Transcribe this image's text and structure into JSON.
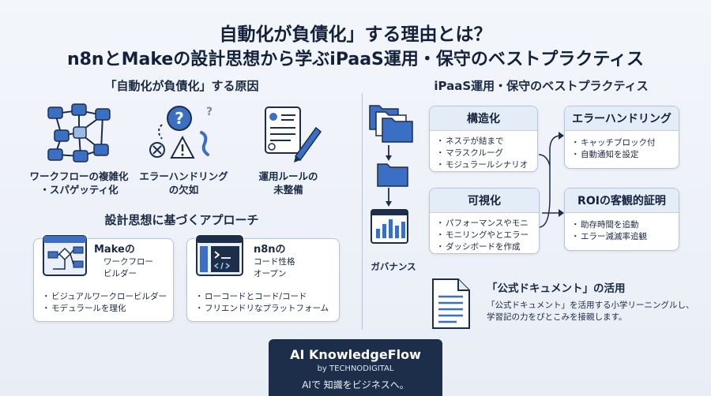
{
  "title": {
    "line1": "自動化が負債化」する理由とは？",
    "line2": "n8nとMakeの設計思想から学ぶiPaaS運用・保守のベストプラクティス"
  },
  "left": {
    "causes_heading": "「自動化が負債化」する原因",
    "causes": [
      {
        "icon": "workflow-network-icon",
        "label_line1": "ワークフローの複雑化",
        "label_line2": "・スパゲッティ化"
      },
      {
        "icon": "error-question-icon",
        "label_line1": "エラーハンドリング",
        "label_line2": "の欠如"
      },
      {
        "icon": "document-pen-icon",
        "label_line1": "運用ルールの",
        "label_line2": "未整備"
      }
    ],
    "approach_heading": "設計思想に基づくアプローチ",
    "make": {
      "title": "Makeの",
      "subtitle_line1": "ワークフロー",
      "subtitle_line2": "ビルダー",
      "bullets": [
        "ビジュアルワークロービルダー",
        "モデュラールを理化"
      ]
    },
    "n8n": {
      "title": "n8nの",
      "subtitle_line1": "コード性格",
      "subtitle_line2": "オープン",
      "bullets": [
        "ローコードとコード/コード",
        "フリエンドリなプラットフォーム"
      ]
    }
  },
  "right": {
    "heading": "iPaaS運用・保守のベストプラクティス",
    "governance_label": "ガバナンス",
    "cards": {
      "structure": {
        "title": "構造化",
        "bullets": [
          "ネステが結まで",
          "マラスクルーグ",
          "モジュラールシナリオ"
        ]
      },
      "visualize": {
        "title": "可視化",
        "bullets": [
          "パフォーマンスやモニ",
          "モニリングやとエラー",
          "ダッシボードを作成"
        ]
      },
      "error": {
        "title": "エラーハンドリング",
        "bullets": [
          "キャッチブロック付",
          "自動通知を設定"
        ]
      },
      "roi": {
        "title": "ROIの客観的証明",
        "bullets": [
          "助存時間を追動",
          "エラー減滅率追観"
        ]
      }
    },
    "docs": {
      "title": "「公式ドキュメント」の活用",
      "text_line1": "「公式ドキュメント」を活用する小学リーニングルし、",
      "text_line2": "学習記の力をぴとこみを接親します。"
    }
  },
  "footer": {
    "brand": "AI KnowledgeFlow",
    "by": "by TECHNODIGITAL",
    "tagline": "AIで 知識をビジネスへ。"
  },
  "colors": {
    "navy": "#1c2e4a",
    "accent_blue": "#3a6fc4",
    "card_head": "#e4ecf7",
    "background": "#eef2f8"
  }
}
